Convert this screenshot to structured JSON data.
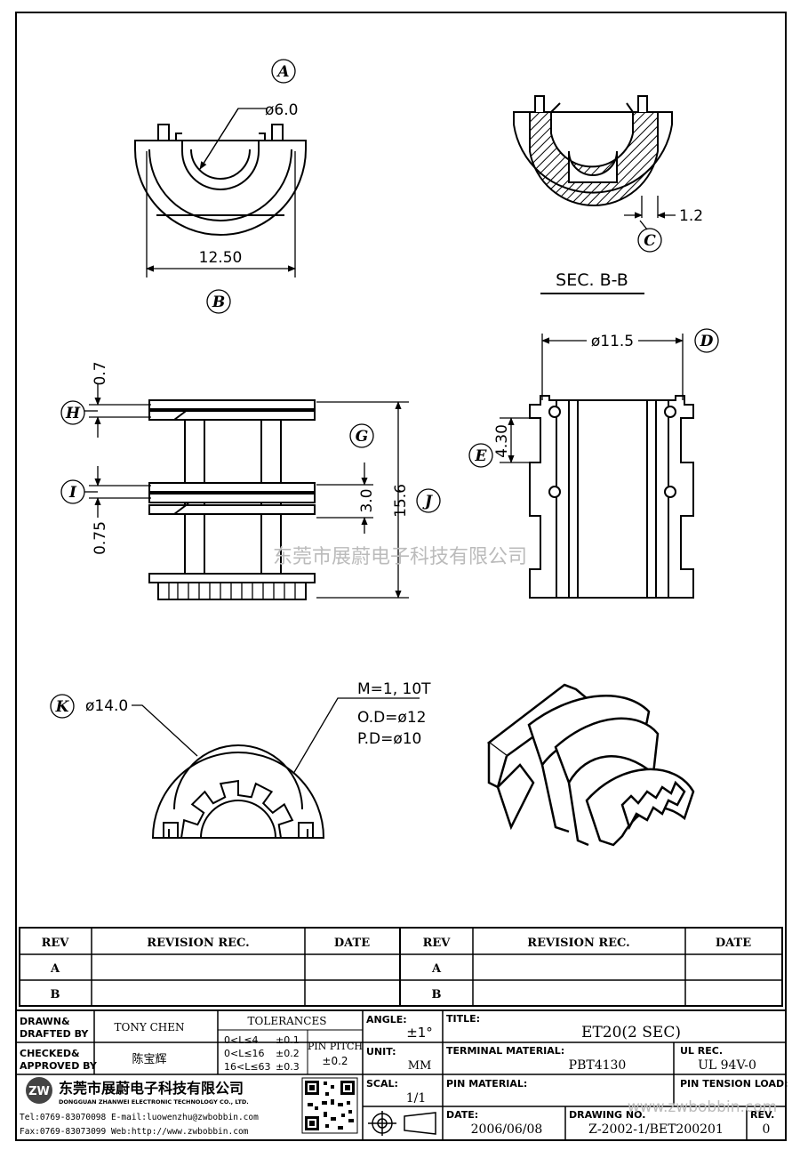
{
  "labels": {
    "A": "A",
    "B": "B",
    "C": "C",
    "D": "D",
    "E": "E",
    "G": "G",
    "H": "H",
    "I": "I",
    "J": "J",
    "K": "K"
  },
  "dims": {
    "d60": "ø6.0",
    "w1250": "12.50",
    "t12": "1.2",
    "sec": "SEC. B-B",
    "d115": "ø11.5",
    "h07": "0.7",
    "h075": "0.75",
    "h30": "3.0",
    "h156": "15.6",
    "h430": "4.30",
    "d140": "ø14.0",
    "m": "M=1, 10T",
    "od": "O.D=ø12",
    "pd": "P.D=ø10"
  },
  "watermark": "东莞市展蔚电子科技有限公司",
  "watermark_url": "www.zwbobbin.com",
  "revision": {
    "head": [
      "REV",
      "REVISION REC.",
      "DATE",
      "REV",
      "REVISION REC.",
      "DATE"
    ],
    "rows": [
      [
        "A",
        "",
        "",
        "A",
        "",
        ""
      ],
      [
        "B",
        "",
        "",
        "B",
        "",
        ""
      ]
    ]
  },
  "title_block": {
    "drawn_label": "DRAWN&\nDRAFTED BY",
    "drawn_value": "TONY CHEN",
    "checked_label": "CHECKED&\nAPPROVED BY",
    "checked_value": "陈宝辉",
    "tolerances_label": "TOLERANCES",
    "tol_rows": [
      [
        "0<L≤4",
        "±0.1"
      ],
      [
        "0<L≤16",
        "±0.2"
      ],
      [
        "16<L≤63",
        "±0.3"
      ]
    ],
    "pin_pitch_label": "PIN PITCH",
    "pin_pitch_value": "±0.2",
    "angle_label": "ANGLE:",
    "angle_value": "±1°",
    "unit_label": "UNIT:",
    "unit_value": "MM",
    "scal_label": "SCAL:",
    "scal_value": "1/1",
    "title_label": "TITLE:",
    "title_value": "ET20(2 SEC)",
    "terminal_label": "TERMINAL MATERIAL:",
    "terminal_value": "PBT4130",
    "ul_label": "UL REC.",
    "ul_value": "UL 94V-0",
    "pin_material_label": "PIN MATERIAL:",
    "pin_tension_label": "PIN TENSION LOAD:",
    "date_label": "DATE:",
    "date_value": "2006/06/08",
    "drawing_label": "DRAWING NO.",
    "drawing_value": "Z-2002-1/BET200201",
    "rev_label": "REV.",
    "rev_value": "0",
    "company_cn": "东莞市展蔚电子科技有限公司",
    "company_en": "DONGGUAN ZHANWEI ELECTRONIC TECHNOLOGY CO., LTD.",
    "contact1": "Tel:0769-83070098 E-mail:luowenzhu@zwbobbin.com",
    "contact2": "Fax:0769-83073099   Web:http://www.zwbobbin.com"
  }
}
